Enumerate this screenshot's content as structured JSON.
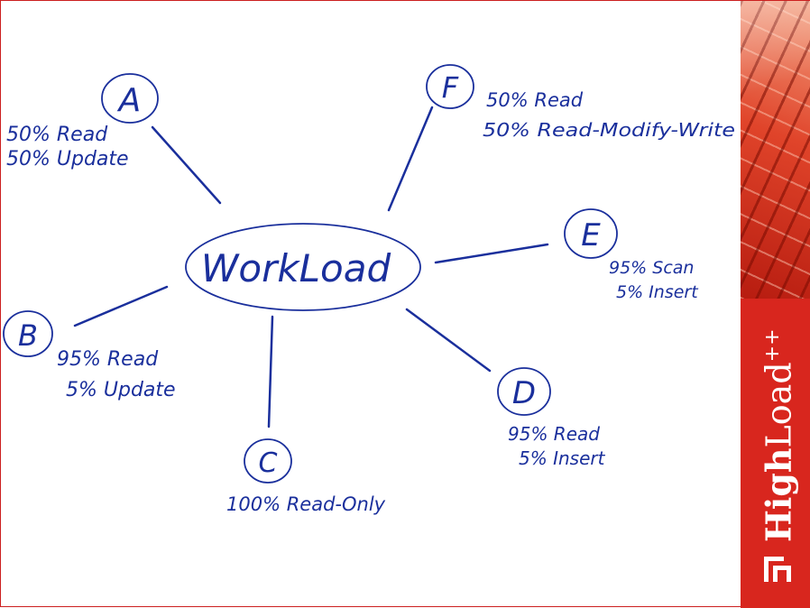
{
  "diagram": {
    "center": "WorkLoad",
    "nodes": [
      {
        "id": "a",
        "letter": "A",
        "lines": [
          "50% Read",
          "50% Update"
        ]
      },
      {
        "id": "b",
        "letter": "B",
        "lines": [
          "95% Read",
          "5% Update"
        ]
      },
      {
        "id": "c",
        "letter": "C",
        "lines": [
          "100% Read-Only"
        ]
      },
      {
        "id": "d",
        "letter": "D",
        "lines": [
          "95% Read",
          "5% Insert"
        ]
      },
      {
        "id": "e",
        "letter": "E",
        "lines": [
          "95% Scan",
          "5% Insert"
        ]
      },
      {
        "id": "f",
        "letter": "F",
        "lines": [
          "50% Read",
          "50% Read-Modify-Write"
        ]
      }
    ]
  },
  "brand": {
    "name_bold": "High",
    "name_regular": "Load",
    "name_suffix": "++",
    "colors": {
      "strip": "#d8261e",
      "ink": "#1a2f9c"
    }
  }
}
